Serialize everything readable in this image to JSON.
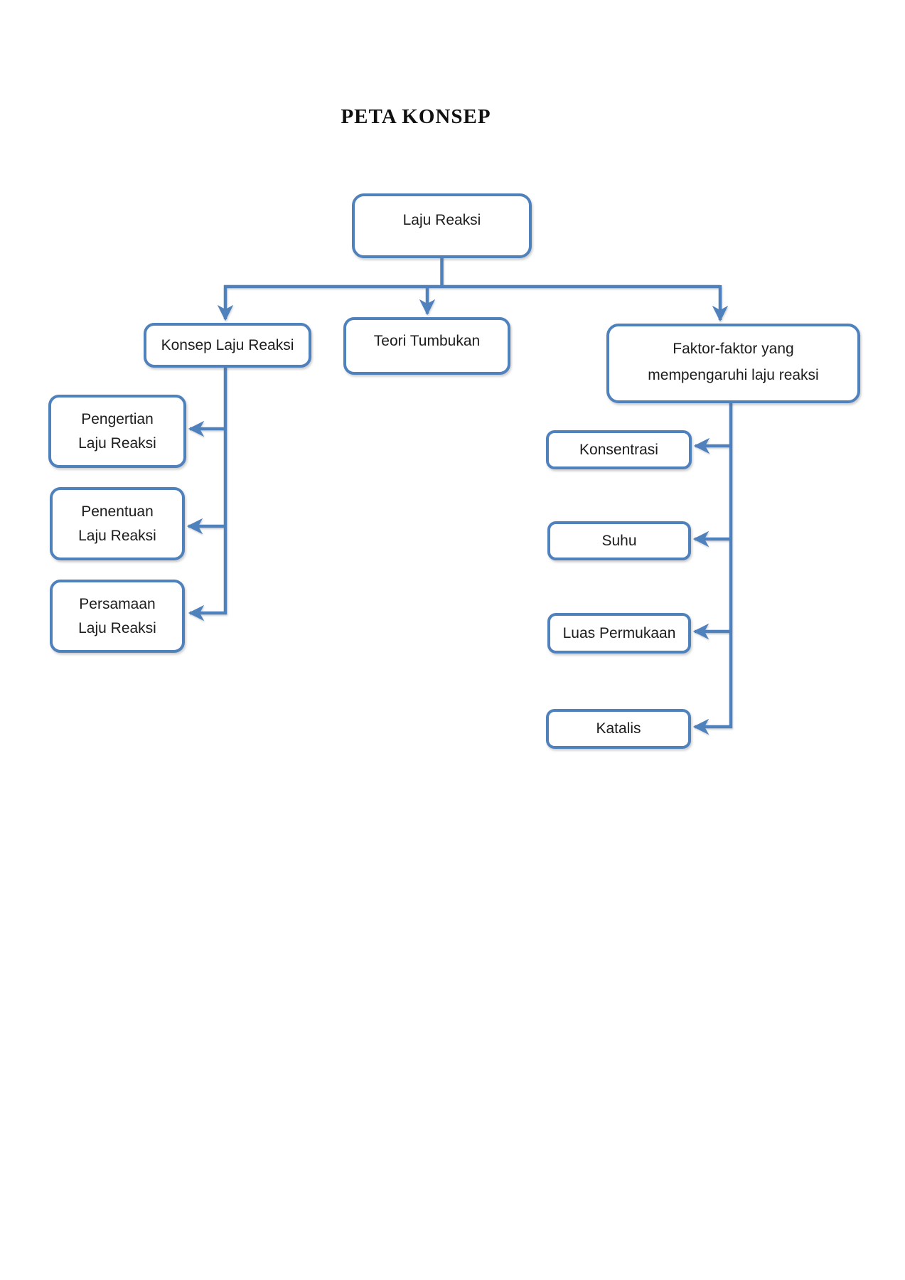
{
  "title": "PETA KONSEP",
  "colors": {
    "accent_blue": "#4f81bd",
    "text": "#1c1c1c",
    "background": "#ffffff"
  },
  "nodes": {
    "laju_reaksi": {
      "label": "Laju Reaksi"
    },
    "konsep": {
      "label": "Konsep Laju Reaksi"
    },
    "teori": {
      "label": "Teori Tumbukan"
    },
    "faktor": {
      "label": [
        "Faktor-faktor yang",
        "mempengaruhi laju reaksi"
      ]
    },
    "pengertian": {
      "label": [
        "Pengertian",
        "Laju Reaksi"
      ]
    },
    "penentuan": {
      "label": [
        "Penentuan",
        "Laju Reaksi"
      ]
    },
    "persamaan": {
      "label": [
        "Persamaan",
        "Laju Reaksi"
      ]
    },
    "konsentrasi": {
      "label": "Konsentrasi"
    },
    "suhu": {
      "label": "Suhu"
    },
    "luas_permukaan": {
      "label": "Luas Permukaan"
    },
    "katalis": {
      "label": "Katalis"
    }
  },
  "edges": [
    {
      "from": "laju_reaksi",
      "to": "konsep"
    },
    {
      "from": "laju_reaksi",
      "to": "teori"
    },
    {
      "from": "laju_reaksi",
      "to": "faktor"
    },
    {
      "from": "konsep",
      "to": "pengertian"
    },
    {
      "from": "konsep",
      "to": "penentuan"
    },
    {
      "from": "konsep",
      "to": "persamaan"
    },
    {
      "from": "faktor",
      "to": "konsentrasi"
    },
    {
      "from": "faktor",
      "to": "suhu"
    },
    {
      "from": "faktor",
      "to": "luas_permukaan"
    },
    {
      "from": "faktor",
      "to": "katalis"
    }
  ]
}
